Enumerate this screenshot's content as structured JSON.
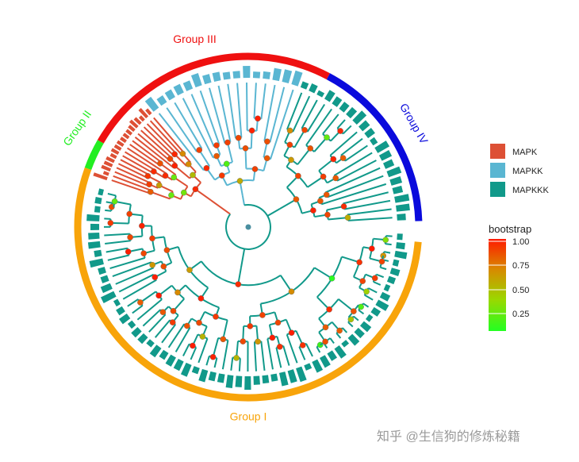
{
  "tree": {
    "groups": [
      {
        "label": "Group III",
        "color": "#ef1010",
        "start_deg": -60,
        "end_deg": 28
      },
      {
        "label": "Group IV",
        "color": "#0a0adc",
        "start_deg": 28,
        "end_deg": 88
      },
      {
        "label": "Group I",
        "color": "#f8a40a",
        "start_deg": 95,
        "end_deg": 290
      },
      {
        "label": "Group II",
        "color": "#22ee22",
        "start_deg": 290,
        "end_deg": 300
      }
    ],
    "families": [
      {
        "name": "MAPK",
        "color": "#dd5035"
      },
      {
        "name": "MAPKK",
        "color": "#5ab6d2"
      },
      {
        "name": "MAPKKK",
        "color": "#11998a"
      }
    ]
  },
  "legend": {
    "family_entries": [
      {
        "label": "MAPK",
        "color": "#dd5035"
      },
      {
        "label": "MAPKK",
        "color": "#5ab6d2"
      },
      {
        "label": "MAPKKK",
        "color": "#11998a"
      }
    ],
    "bootstrap": {
      "title": "bootstrap",
      "ticks": [
        "1.00",
        "0.75",
        "0.50",
        "0.25"
      ],
      "colors": [
        "#ff1a00",
        "#e0a000",
        "#8fdc00",
        "#22ff22"
      ]
    }
  },
  "watermark": "知乎 @生信狗的修炼秘籍"
}
